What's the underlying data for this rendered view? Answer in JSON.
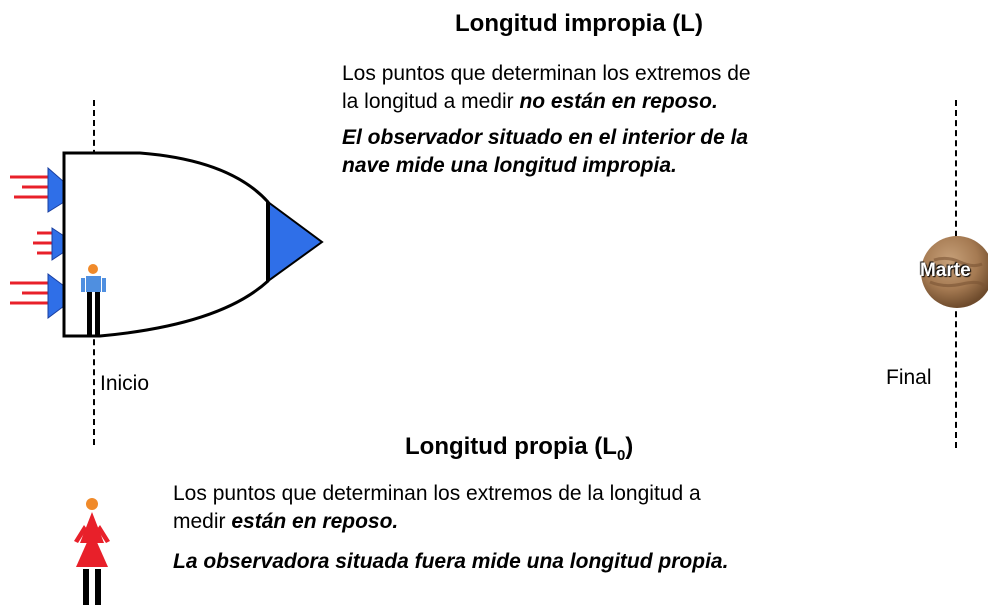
{
  "top": {
    "title": "Longitud impropia (L)",
    "line1": "Los puntos que determinan los extremos de",
    "line2_plain": "la longitud a medir ",
    "line2_emph": "no están en reposo.",
    "emph_line1": "El observador situado en el interior de la",
    "emph_line2": "nave mide una longitud impropia."
  },
  "labels": {
    "start": "Inicio",
    "end": "Final",
    "planet": "Marte"
  },
  "bottom": {
    "title_main": "Longitud propia (L",
    "title_sub": "0",
    "title_close": ")",
    "line1": "Los puntos que determinan los extremos de la longitud a",
    "line2_plain": "medir ",
    "line2_emph": "están en reposo.",
    "emph_line": "La observadora situada fuera mide una longitud propia."
  },
  "colors": {
    "ship_fill": "#ffffff",
    "nozzle": "#2f6fe8",
    "exhaust": "#e8202a",
    "astronaut": "#4f8fe0",
    "head": "#f08a2a",
    "observer_dress": "#e8202a",
    "planet": "#a57a52"
  }
}
